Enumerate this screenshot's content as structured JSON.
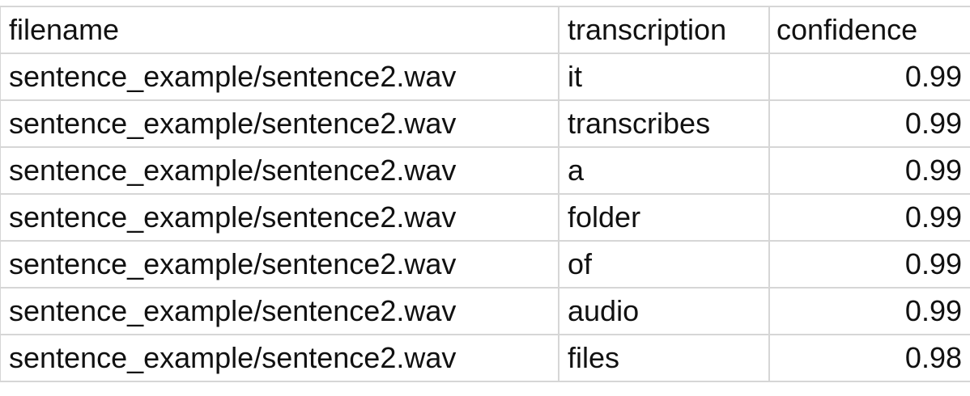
{
  "sheet": {
    "headers": {
      "filename": "filename",
      "transcription": "transcription",
      "confidence": "confidence"
    },
    "rows": [
      {
        "filename": "sentence_example/sentence2.wav",
        "transcription": "it",
        "confidence": "0.99"
      },
      {
        "filename": "sentence_example/sentence2.wav",
        "transcription": "transcribes",
        "confidence": "0.99"
      },
      {
        "filename": "sentence_example/sentence2.wav",
        "transcription": "a",
        "confidence": "0.99"
      },
      {
        "filename": "sentence_example/sentence2.wav",
        "transcription": "folder",
        "confidence": "0.99"
      },
      {
        "filename": "sentence_example/sentence2.wav",
        "transcription": "of",
        "confidence": "0.99"
      },
      {
        "filename": "sentence_example/sentence2.wav",
        "transcription": "audio",
        "confidence": "0.99"
      },
      {
        "filename": "sentence_example/sentence2.wav",
        "transcription": "files",
        "confidence": "0.98"
      }
    ]
  }
}
